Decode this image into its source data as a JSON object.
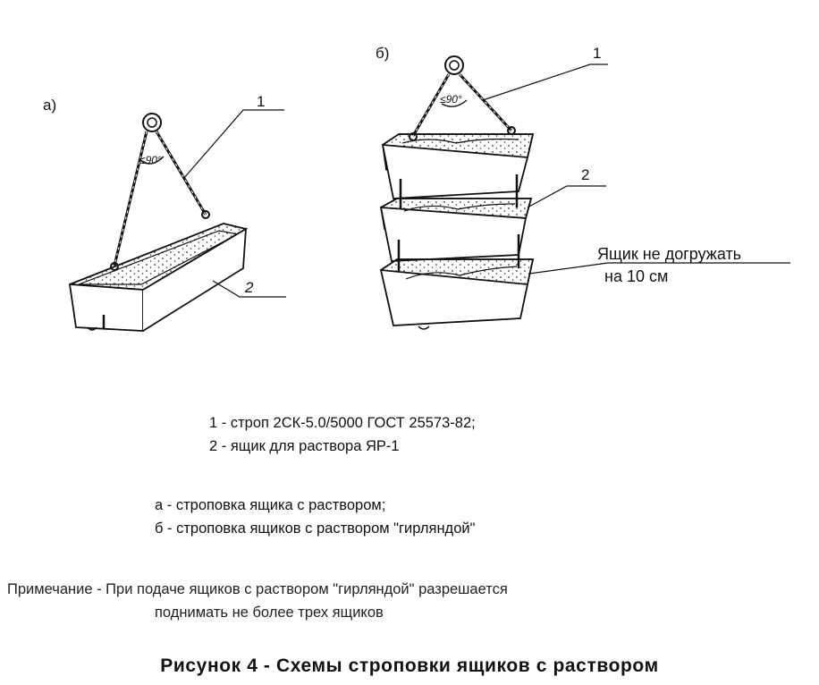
{
  "figure": {
    "variant_a_label": "а)",
    "variant_b_label": "б)",
    "callout_1": "1",
    "callout_2": "2",
    "angle_label": "≤90°",
    "note_line1": "Ящик не догружать",
    "note_line2": "на 10 см"
  },
  "legend": {
    "item1": "1 - строп 2СК-5.0/5000 ГОСТ 25573-82;",
    "item2": "2 - ящик для раствора  ЯР-1",
    "item_a": "а - строповка ящика с раствором;",
    "item_b": "б - строповка ящиков с раствором \"гирляндой\""
  },
  "remark": {
    "line1": "Примечание - При подаче ящиков с раствором \"гирляндой\" разрешается",
    "line2": "поднимать не более трех ящиков"
  },
  "caption": "Рисунок 4 - Схемы строповки ящиков с раствором"
}
